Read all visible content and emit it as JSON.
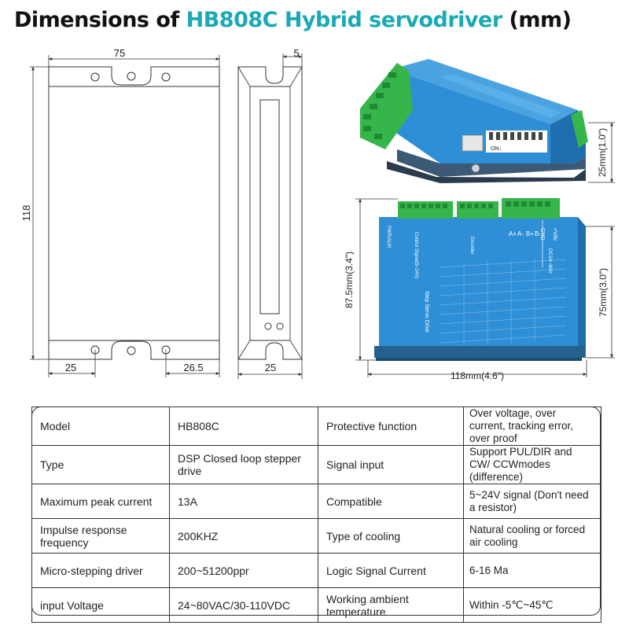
{
  "title": {
    "prefix": "Dimensions of ",
    "model": "HB808C Hybrid servodriver",
    "suffix": " (mm)"
  },
  "colors": {
    "accent": "#1aa9b6",
    "drive_body": "#2f8fd6",
    "terminal_green": "#35b54a"
  },
  "front_view": {
    "width_label": "75",
    "height_label": "118",
    "hole_left_label": "25",
    "hole_right_label": "26.5"
  },
  "side_view": {
    "top_label": "5",
    "bottom_label": "25"
  },
  "photo_top": {
    "height_label": "25mm(1.0\")",
    "dip_on_label": "ON↓"
  },
  "photo_front": {
    "height_label": "87.5mm(3.4\")",
    "depth_label": "75mm(3.0\")",
    "width_label": "118mm(4.6\")",
    "power_label": "DC24~80V",
    "gnd_label": "GND",
    "vdc_label": "+Vdc",
    "product_label": "Step Servo Drive",
    "encoder_label": "Encoder",
    "control_label": "Control Signal(5~24V)",
    "pwr_alm_label": "PWR/ALM",
    "motor_labels": [
      "A+",
      "A-",
      "B+",
      "B-"
    ]
  },
  "specs": [
    {
      "label1": "Model",
      "value1": "HB808C",
      "label2": "Protective function",
      "value2": "Over voltage, over current, tracking error, over proof"
    },
    {
      "label1": "Type",
      "value1": "DSP Closed loop stepper drive",
      "label2": "Signal input",
      "value2": "Support PUL/DIR and CW/ CCWmodes (difference)"
    },
    {
      "label1": "Maximum peak current",
      "value1": "13A",
      "label2": "Compatible",
      "value2": "5~24V signal (Don't need a resistor)"
    },
    {
      "label1": "Impulse response frequency",
      "value1": "200KHZ",
      "label2": "Type of cooling",
      "value2": "Natural cooling or forced air cooling"
    },
    {
      "label1": "Micro-stepping driver",
      "value1": "200~51200ppr",
      "label2": "Logic Signal Current",
      "value2": "6-16 Ma"
    },
    {
      "label1": "input Voltage",
      "value1": "24~80VAC/30-110VDC",
      "label2": "Working ambient temperature",
      "value2": "Within -5℃~45℃"
    }
  ]
}
